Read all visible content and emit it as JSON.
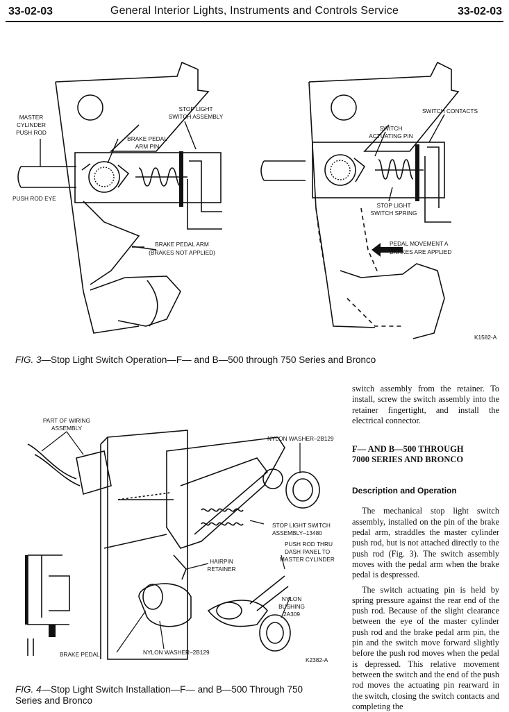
{
  "header": {
    "page_left": "33-02-03",
    "title": "General Interior Lights, Instruments and Controls Service",
    "page_right": "33-02-03"
  },
  "fig3": {
    "labels": {
      "master_cyl_1": "MASTER",
      "master_cyl_2": "CYLINDER",
      "master_cyl_3": "PUSH ROD",
      "stop_sw_1": "STOP LIGHT",
      "stop_sw_2": "SWITCH ASSEMBLY",
      "pedal_pin_1": "BRAKE PEDAL",
      "pedal_pin_2": "ARM PIN",
      "eye": "PUSH ROD EYE",
      "arm_1": "BRAKE PEDAL ARM",
      "arm_2": "(BRAKES NOT APPLIED)",
      "contacts": "SWITCH CONTACTS",
      "act_1": "SWITCH",
      "act_2": "ACTUATING PIN",
      "spring_1": "STOP LIGHT",
      "spring_2": "SWITCH SPRING",
      "move_1": "PEDAL MOVEMENT A",
      "move_2": "BRAKES ARE APPLIED",
      "code": "K1582-A"
    },
    "caption_fig": "FIG. 3",
    "caption_text": "—Stop Light Switch Operation—F— and B—500 through 750 Series and Bronco"
  },
  "fig4": {
    "labels": {
      "wiring_1": "PART OF WIRING",
      "wiring_2": "ASSEMBLY",
      "nylon_top": "NYLON WASHER–2B129",
      "sw_1": "STOP LIGHT SWITCH",
      "sw_2": "ASSEMBLY–13480",
      "rod_1": "PUSH ROD THRU",
      "rod_2": "DASH PANEL TO",
      "rod_3": "MASTER CYLINDER",
      "hairpin_1": "HAIRPIN",
      "hairpin_2": "RETAINER",
      "bush_1": "NYLON",
      "bush_2": "BUSHING",
      "bush_3": "2A309",
      "pedal": "BRAKE PEDAL",
      "nylon_bottom": "NYLON WASHER–2B129",
      "code": "K2382-A"
    },
    "caption_fig": "FIG. 4",
    "caption_line1": "—Stop Light Switch Installation—F— and B—500 Through 750",
    "caption_line2": "Series and Bronco"
  },
  "text": {
    "p0": "switch assembly from the retainer. To install, screw the switch assembly into the retainer fingertight, and install the electrical connector.",
    "heading1_line1": "F— AND B—500 THROUGH",
    "heading1_line2": "7000 SERIES AND BRONCO",
    "heading2": "Description and Operation",
    "p1": "The mechanical stop light switch assembly, installed on the pin of the brake pedal arm, straddles the master cylinder push rod, but is not attached directly to the push rod (Fig. 3). The switch assembly moves with the pedal arm when the brake pedal is despressed.",
    "p2": "The switch actuating pin is held by spring pressure against the rear end of the push rod. Because of the slight clearance between the eye of the master cylinder push rod and the brake pedal arm pin, the pin and the switch move forward slightly before the push rod moves when the pedal is depressed. This relative movement between the switch and the end of the push rod moves the actuating pin rearward in the switch, closing the switch contacts and completing the"
  }
}
